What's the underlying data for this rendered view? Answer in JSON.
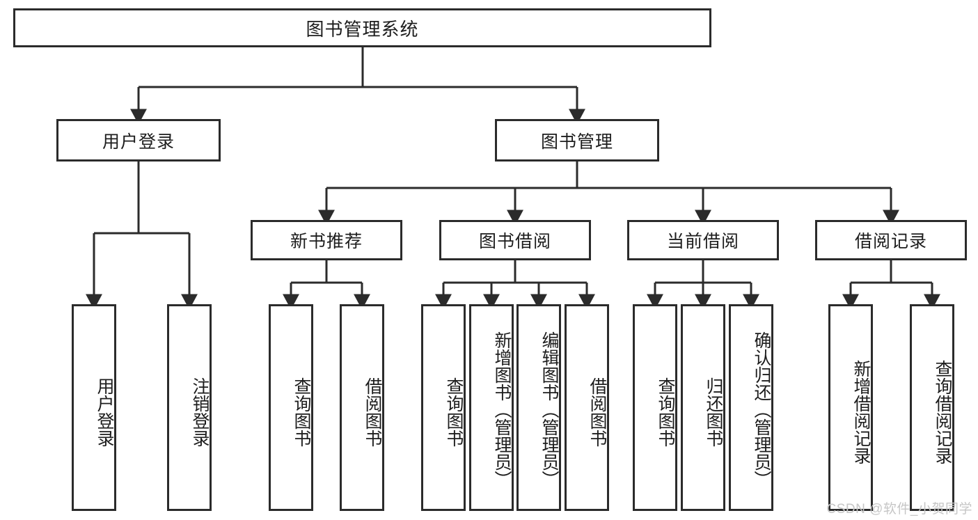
{
  "diagram": {
    "type": "tree-hierarchy",
    "title": "图书管理系统",
    "root": {
      "id": "root",
      "label": "图书管理系统"
    },
    "level1": [
      {
        "id": "user-login",
        "label": "用户登录"
      },
      {
        "id": "book-mgmt",
        "label": "图书管理"
      }
    ],
    "level2": [
      {
        "id": "new-book-rec",
        "label": "新书推荐",
        "parent": "book-mgmt"
      },
      {
        "id": "book-borrow",
        "label": "图书借阅",
        "parent": "book-mgmt"
      },
      {
        "id": "current-borrow",
        "label": "当前借阅",
        "parent": "book-mgmt"
      },
      {
        "id": "borrow-record",
        "label": "借阅记录",
        "parent": "book-mgmt"
      }
    ],
    "leaves": [
      {
        "id": "leaf-user-login",
        "label": "用户登录",
        "parent": "user-login"
      },
      {
        "id": "leaf-logout",
        "label": "注销登录",
        "parent": "user-login"
      },
      {
        "id": "leaf-query-book-1",
        "label": "查询图书",
        "parent": "new-book-rec"
      },
      {
        "id": "leaf-borrow-book-1",
        "label": "借阅图书",
        "parent": "new-book-rec"
      },
      {
        "id": "leaf-query-book-2",
        "label": "查询图书",
        "parent": "book-borrow"
      },
      {
        "id": "leaf-add-book",
        "label": "新增图书（管理员）",
        "parent": "book-borrow"
      },
      {
        "id": "leaf-edit-book",
        "label": "编辑图书（管理员）",
        "parent": "book-borrow"
      },
      {
        "id": "leaf-borrow-book-2",
        "label": "借阅图书",
        "parent": "book-borrow"
      },
      {
        "id": "leaf-query-book-3",
        "label": "查询图书",
        "parent": "current-borrow"
      },
      {
        "id": "leaf-return-book",
        "label": "归还图书",
        "parent": "current-borrow"
      },
      {
        "id": "leaf-confirm-return",
        "label": "确认归还（管理员）",
        "parent": "current-borrow"
      },
      {
        "id": "leaf-add-record",
        "label": "新增借阅记录",
        "parent": "borrow-record"
      },
      {
        "id": "leaf-query-record",
        "label": "查询借阅记录",
        "parent": "borrow-record"
      }
    ],
    "watermark": "CSDN @软件_小贺同学",
    "colors": {
      "stroke": "#2b2b2b",
      "fill": "#ffffff",
      "text": "#1d1d1d",
      "watermark": "#c6c6c6"
    }
  }
}
